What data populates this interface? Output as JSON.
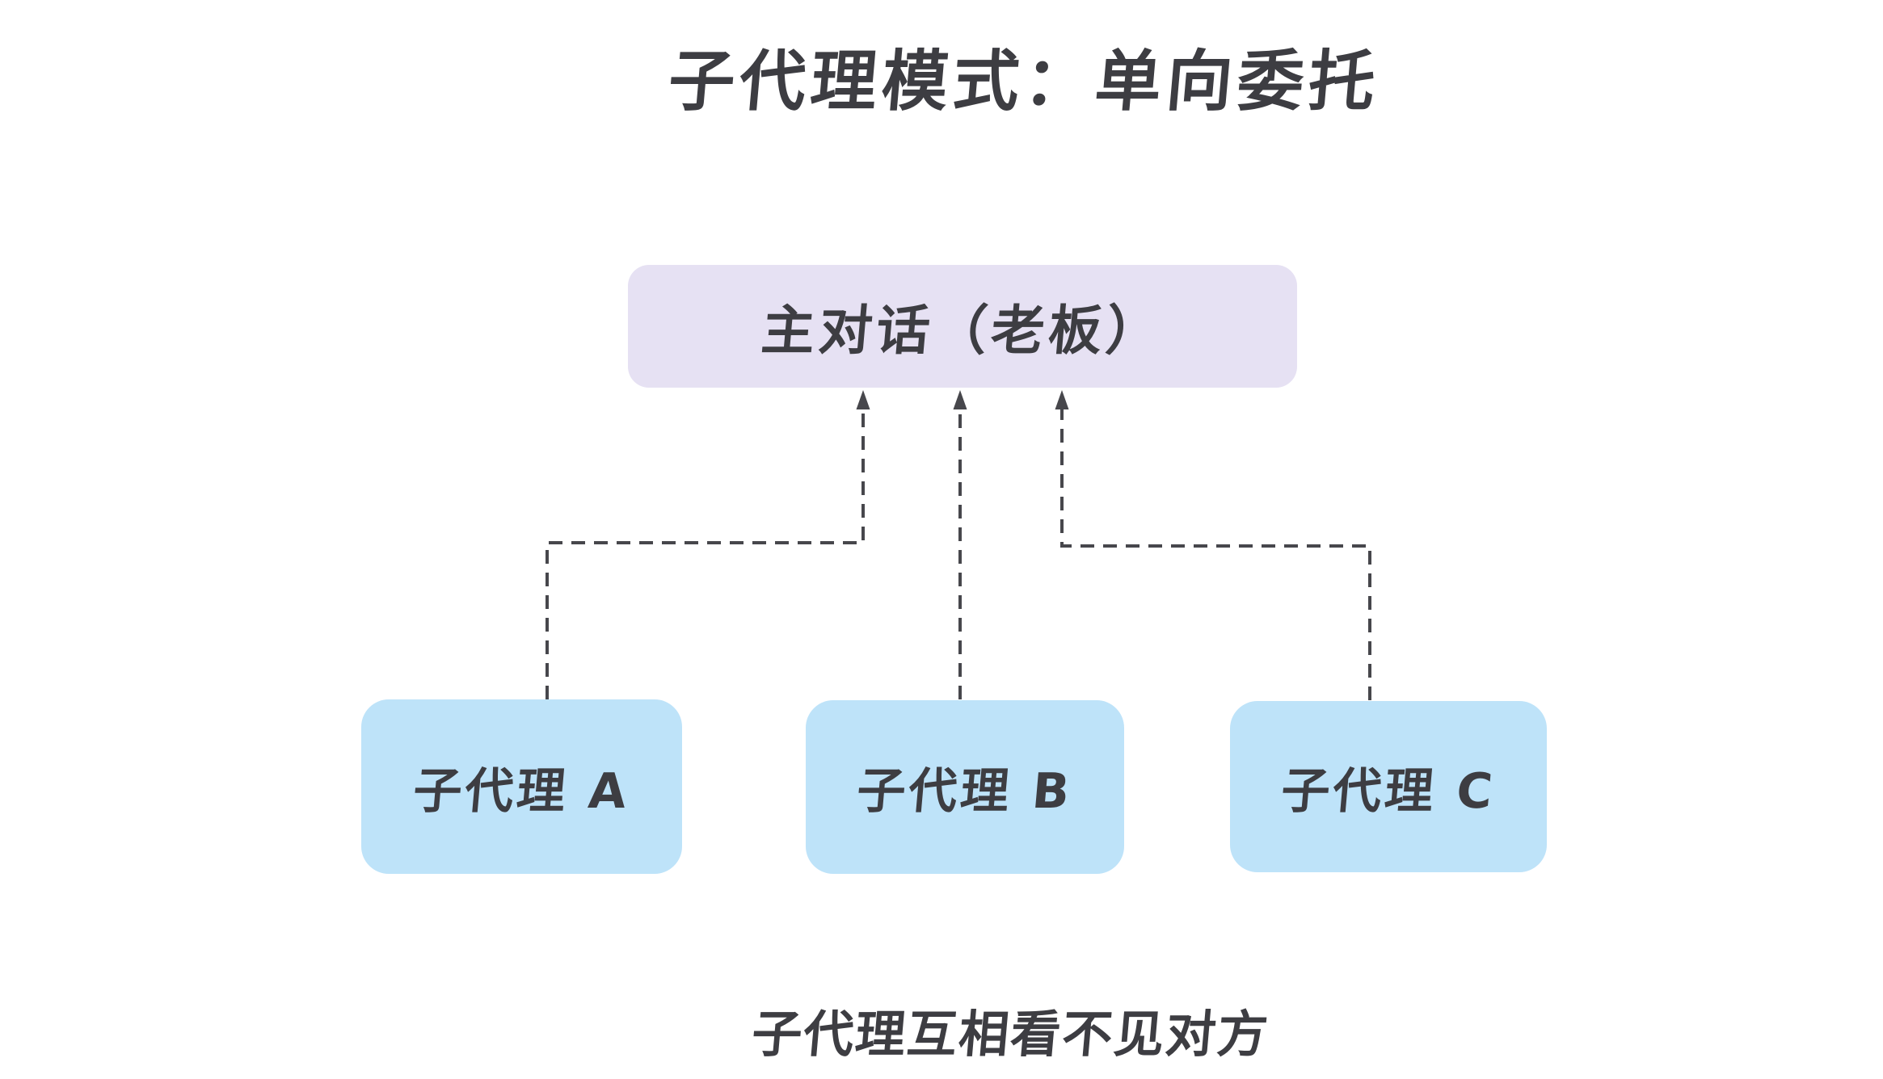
{
  "title": "子代理模式：单向委托",
  "caption": "子代理互相看不见对方",
  "diagram": {
    "main_node": {
      "id": "main",
      "label": "主对话（老板）"
    },
    "sub_nodes": [
      {
        "id": "sub-a",
        "label": "子代理 A"
      },
      {
        "id": "sub-b",
        "label": "子代理 B"
      },
      {
        "id": "sub-c",
        "label": "子代理 C"
      }
    ],
    "connections": [
      {
        "from": "子代理 A",
        "to": "主对话（老板）",
        "style": "dashed",
        "direction": "one-way-up"
      },
      {
        "from": "子代理 B",
        "to": "主对话（老板）",
        "style": "dashed",
        "direction": "one-way-up"
      },
      {
        "from": "子代理 C",
        "to": "主对话（老板）",
        "style": "dashed",
        "direction": "one-way-up"
      }
    ]
  },
  "colors": {
    "background": "#FFFFFF",
    "main_node_bg": "#E6E1F3",
    "sub_node_bg": "#BEE3F9",
    "text": "#3D3D42",
    "connector": "#47474C"
  }
}
